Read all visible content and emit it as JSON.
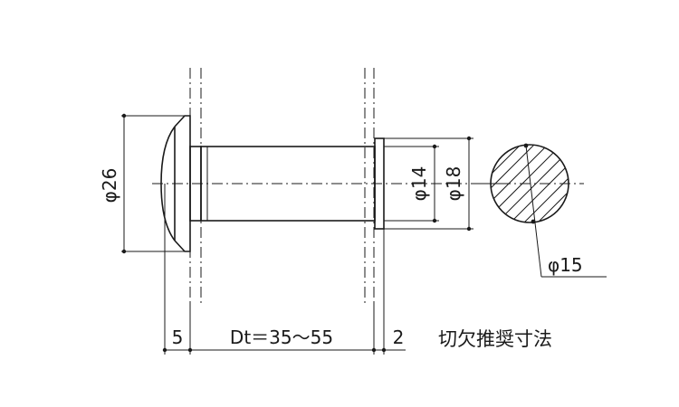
{
  "dimensions": {
    "flange_diameter": "φ26",
    "lens_diameter": "φ14",
    "sleeve_diameter": "φ18",
    "hole_diameter": "φ15",
    "flange_thickness": "5",
    "door_thickness": "Dt＝35～55",
    "nut_thickness": "2"
  },
  "caption": "切欠推奨寸法"
}
